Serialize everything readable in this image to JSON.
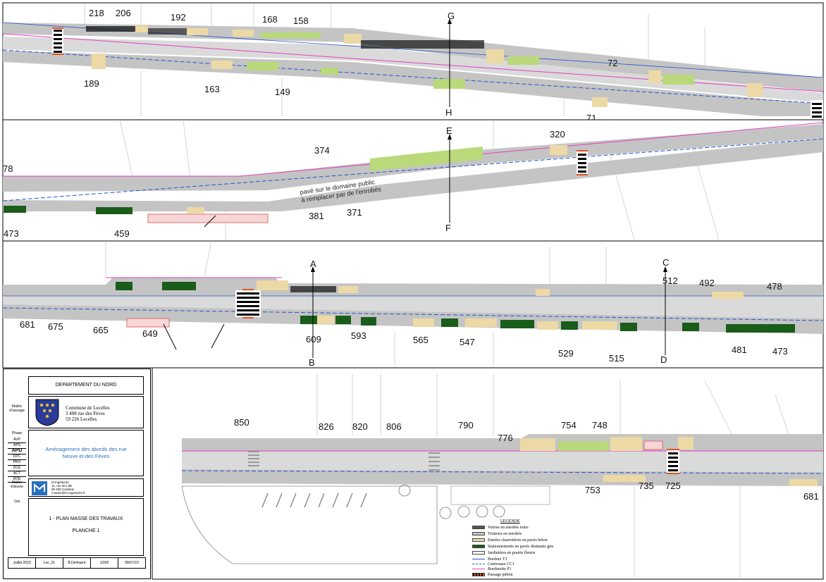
{
  "colors": {
    "road": "#c4c4c4",
    "sidewalk": "#ecd9a6",
    "parking": "#b9d97a",
    "parking_dark": "#1a5c1a",
    "curb": "#2255cc",
    "boundary": "#e040c0",
    "crossing": "#000000"
  },
  "parcel_numbers": {
    "band1": [
      "218",
      "206",
      "192",
      "168",
      "158",
      "189",
      "163",
      "149",
      "72",
      "71"
    ],
    "band2": [
      "78",
      "374",
      "320",
      "473",
      "459",
      "381",
      "371"
    ],
    "band3": [
      "681",
      "675",
      "665",
      "649",
      "609",
      "593",
      "565",
      "547",
      "529",
      "515",
      "512",
      "492",
      "478",
      "481",
      "473"
    ],
    "band4": [
      "850",
      "826",
      "820",
      "806",
      "790",
      "776",
      "754",
      "748",
      "753",
      "735",
      "725",
      "681"
    ]
  },
  "section_marks": {
    "g": "G",
    "h": "H",
    "e": "E",
    "f": "F",
    "a": "A",
    "b": "B",
    "c": "C",
    "d": "D"
  },
  "annotation": {
    "line1": "pavé sur le domaine public",
    "line2": "à remplacer par de l'enrobés"
  },
  "cartouche": {
    "department": "DEPARTEMENT DU NORD",
    "maitre_ouvrage_label": "Maître d'ouvrage",
    "commune_name": "Commune de Lecelles",
    "commune_address": "3 408 rue des Fèves",
    "commune_city": "59 226 Lecelles",
    "phase_label": "Phase",
    "phases": [
      "AVP",
      "APS",
      "APD",
      "DPC",
      "PRO",
      "DCE",
      "ACT",
      "DOE"
    ],
    "phase_selected": "APD",
    "project_line1": "Aménagement des abords des rue",
    "project_line2": "Neuve et des Fèves",
    "maitre_oeuvre_label": "Maître d'œuvre",
    "moe_line1": "M Ingénierie",
    "moe_line2": "11, rue de Lille",
    "moe_line3": "59 400 Cambrai",
    "moe_line4": "contact@m-ingenierie.fr",
    "vue_label": "Vue",
    "plan_title": "1 - PLAN MASSE DES TRAVAUX",
    "planche": "PLANCHE 1",
    "footer_values": [
      "Juillet 2023",
      "Lec_01",
      "B.Delmarré",
      "1/200",
      "08/07/23"
    ]
  },
  "legend": {
    "title": "LEGENDE",
    "items": [
      "Voiries en enrobés noirs",
      "Trottoirs en enrobés",
      "Entrées charretières en pavés béton",
      "Stationnements en pavés drainants gris",
      "Jardinières en prairie fleurie",
      "Bordure T1",
      "Caniveaux CC1",
      "Bordurette P1",
      "Passage piéton"
    ]
  }
}
